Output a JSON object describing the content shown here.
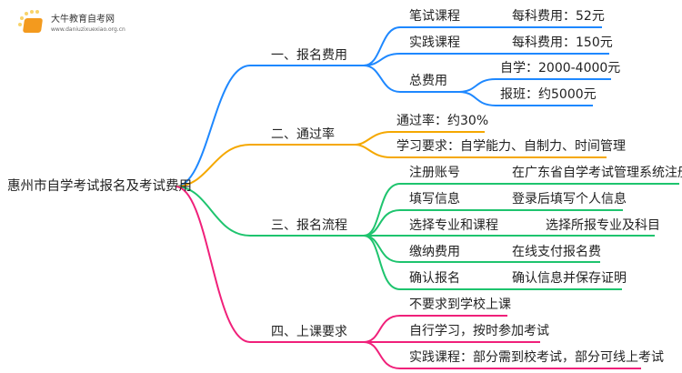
{
  "logo": {
    "title": "大牛教育自考网",
    "url": "www.daniuzixuexiao.org.cn"
  },
  "root": "惠州市自学考试报名及考试费用",
  "colors": {
    "blue": "#1e88ff",
    "orange": "#f5a800",
    "green": "#1ec46e",
    "pink": "#f0207a"
  },
  "branches": [
    {
      "label": "一、报名费用",
      "children": [
        {
          "label": "笔试课程",
          "value": "每科费用：52元"
        },
        {
          "label": "实践课程",
          "value": "每科费用：150元"
        },
        {
          "label": "总费用",
          "children": [
            "自学：2000-4000元",
            "报班：约5000元"
          ]
        }
      ]
    },
    {
      "label": "二、通过率",
      "children": [
        {
          "label": "通过率：约30%"
        },
        {
          "label": "学习要求：自学能力、自制力、时间管理"
        }
      ]
    },
    {
      "label": "三、报名流程",
      "children": [
        {
          "label": "注册账号",
          "value": "在广东省自学考试管理系统注册"
        },
        {
          "label": "填写信息",
          "value": "登录后填写个人信息"
        },
        {
          "label": "选择专业和课程",
          "value": "选择所报专业及科目"
        },
        {
          "label": "缴纳费用",
          "value": "在线支付报名费"
        },
        {
          "label": "确认报名",
          "value": "确认信息并保存证明"
        }
      ]
    },
    {
      "label": "四、上课要求",
      "children": [
        {
          "label": "不要求到学校上课"
        },
        {
          "label": "自行学习，按时参加考试"
        },
        {
          "label": "实践课程：部分需到校考试，部分可线上考试"
        }
      ]
    }
  ]
}
